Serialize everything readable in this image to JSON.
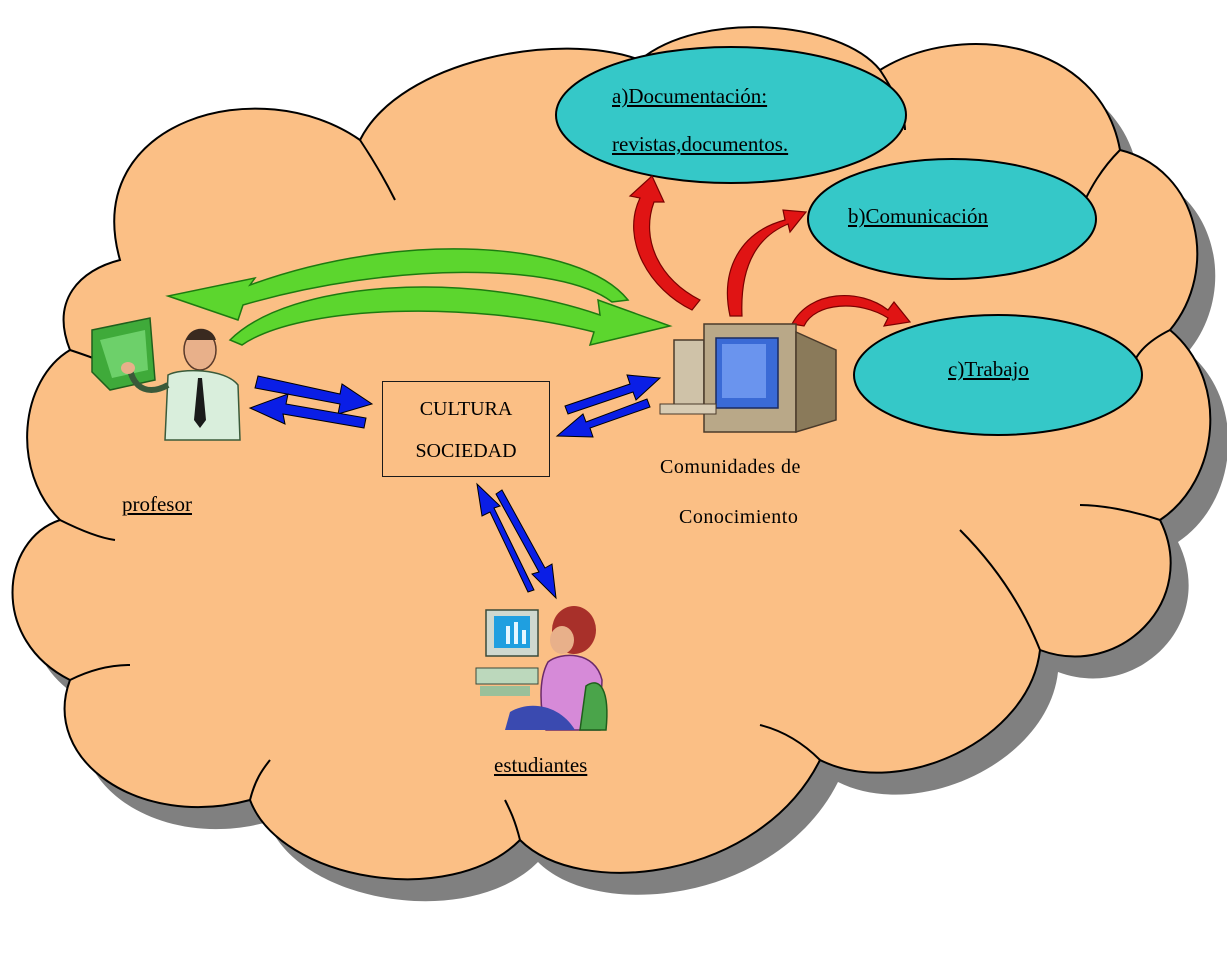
{
  "nodes": {
    "profesor": "profesor",
    "estudiantes": "estudiantes",
    "center_line1": "CULTURA",
    "center_line2": "SOCIEDAD",
    "comunidades_line1": "Comunidades de",
    "comunidades_line2": "Conocimiento"
  },
  "ovals": {
    "documentacion_line1": "a)Documentación:",
    "documentacion_line2": "revistas,documentos.",
    "comunicacion": "b)Comunicación",
    "trabajo": "c)Trabajo"
  },
  "colors": {
    "cloud_fill": "#fbbf85",
    "cloud_shadow": "#7a7a7a",
    "oval_fill": "#35c8c8",
    "arrow_blue": "#0a1ee6",
    "arrow_green": "#5cd62e",
    "arrow_red": "#e01414"
  },
  "icons": [
    "teacher-clipart-icon",
    "computer-clipart-icon",
    "student-at-computer-icon"
  ]
}
